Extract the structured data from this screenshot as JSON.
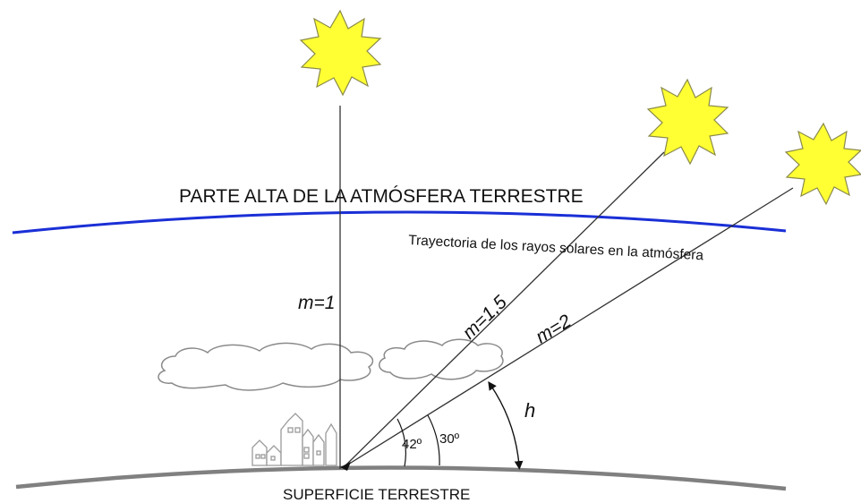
{
  "labels": {
    "atmosphere_top": "PARTE ALTA DE LA ATMÓSFERA TERRESTRE",
    "trajectory": "Trayectoria de los rayos solares en la atmósfera",
    "surface": "SUPERFICIE TERRESTRE",
    "m_vertical": "m=1",
    "m_middle": "m=1,5",
    "m_low": "m=2",
    "angle_42": "42º",
    "angle_30": "30º",
    "altitude": "h"
  },
  "colors": {
    "atmosphere_line": "#1a2fd6",
    "surface_line": "#808080",
    "sun_fill": "#ffff33",
    "sun_stroke": "#8a8a4a",
    "ray": "#333333",
    "cloud_stroke": "#8a8a8a",
    "building_stroke": "#9a9a9a"
  },
  "icons": {
    "sun": "sun-icon",
    "cloud": "cloud-icon",
    "city": "castle-city-icon"
  }
}
